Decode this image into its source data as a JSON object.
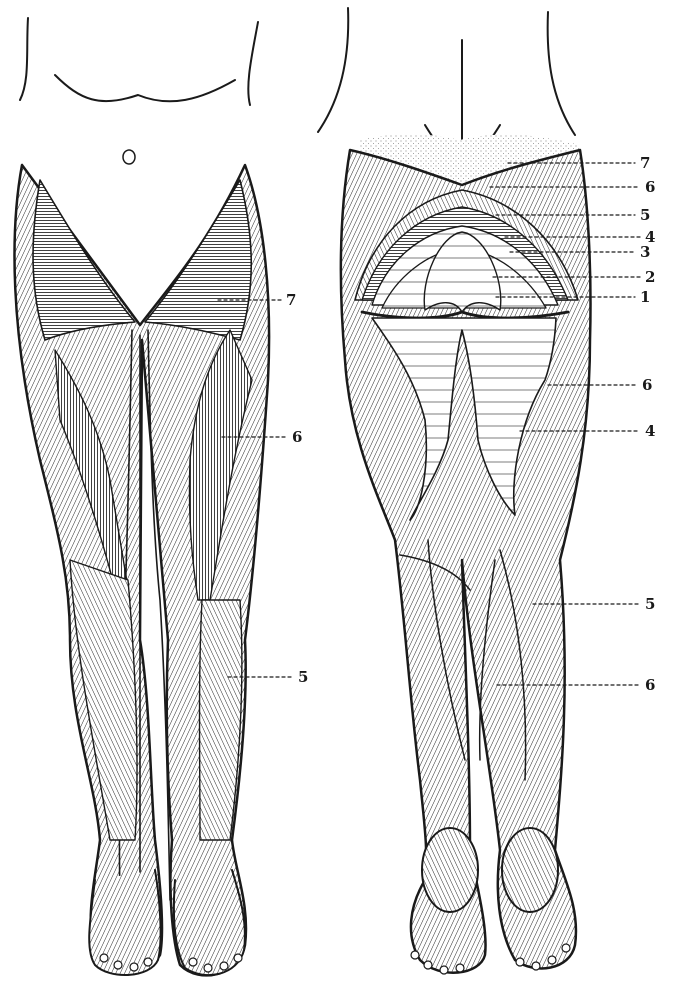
{
  "figure": {
    "ink_color": "#1a1a1a",
    "paper_color": "#ffffff",
    "views": [
      {
        "id": "front",
        "labels": [
          {
            "id": "front-7",
            "text": "7"
          },
          {
            "id": "front-6",
            "text": "6"
          },
          {
            "id": "front-5",
            "text": "5"
          }
        ]
      },
      {
        "id": "back",
        "labels": [
          {
            "id": "back-7-top",
            "text": "7"
          },
          {
            "id": "back-6-top",
            "text": "6"
          },
          {
            "id": "back-5-top",
            "text": "5"
          },
          {
            "id": "back-4-top",
            "text": "4"
          },
          {
            "id": "back-3",
            "text": "3"
          },
          {
            "id": "back-2",
            "text": "2"
          },
          {
            "id": "back-1",
            "text": "1"
          },
          {
            "id": "back-6-mid",
            "text": "6"
          },
          {
            "id": "back-4-mid",
            "text": "4"
          },
          {
            "id": "back-5-low",
            "text": "5"
          },
          {
            "id": "back-6-low",
            "text": "6"
          }
        ]
      }
    ]
  }
}
